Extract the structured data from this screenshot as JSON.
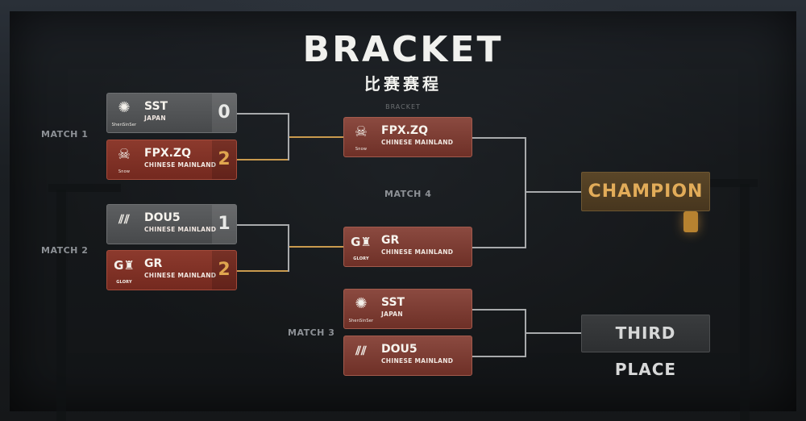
{
  "header": {
    "title": "BRACKET",
    "subtitle": "比赛赛程",
    "watermark": "BRACKET"
  },
  "match_labels": {
    "match1": "MATCH 1",
    "match2": "MATCH 2",
    "match3": "MATCH 3",
    "match4": "MATCH 4"
  },
  "teams": {
    "sst": {
      "name": "SST",
      "region": "JAPAN",
      "logo_text": "ShenSinSer",
      "icon": "swirl-icon"
    },
    "fpx": {
      "name": "FPX.ZQ",
      "region": "CHINESE MAINLAND",
      "logo_text": "Snow",
      "icon": "fox-icon"
    },
    "dou5": {
      "name": "DOU5",
      "region": "CHINESE MAINLAND",
      "icon": "slash-stripes-icon"
    },
    "gr": {
      "name": "GR",
      "region": "CHINESE MAINLAND",
      "logo_text": "GLORY",
      "icon": "gr-shield-icon"
    }
  },
  "semifinal1": {
    "team_a_score": "0",
    "team_b_score": "2"
  },
  "semifinal2": {
    "team_a_score": "1",
    "team_b_score": "2"
  },
  "results": {
    "champion": "CHAMPION",
    "third_place": "THIRD  PLACE"
  },
  "colors": {
    "win_card": "#7f3124",
    "lose_card": "#525456",
    "win_score": "#e0a64f",
    "champion_text": "#e2ac59",
    "connector_gold": "#c99a4e",
    "connector_gray": "#a8aaac"
  }
}
